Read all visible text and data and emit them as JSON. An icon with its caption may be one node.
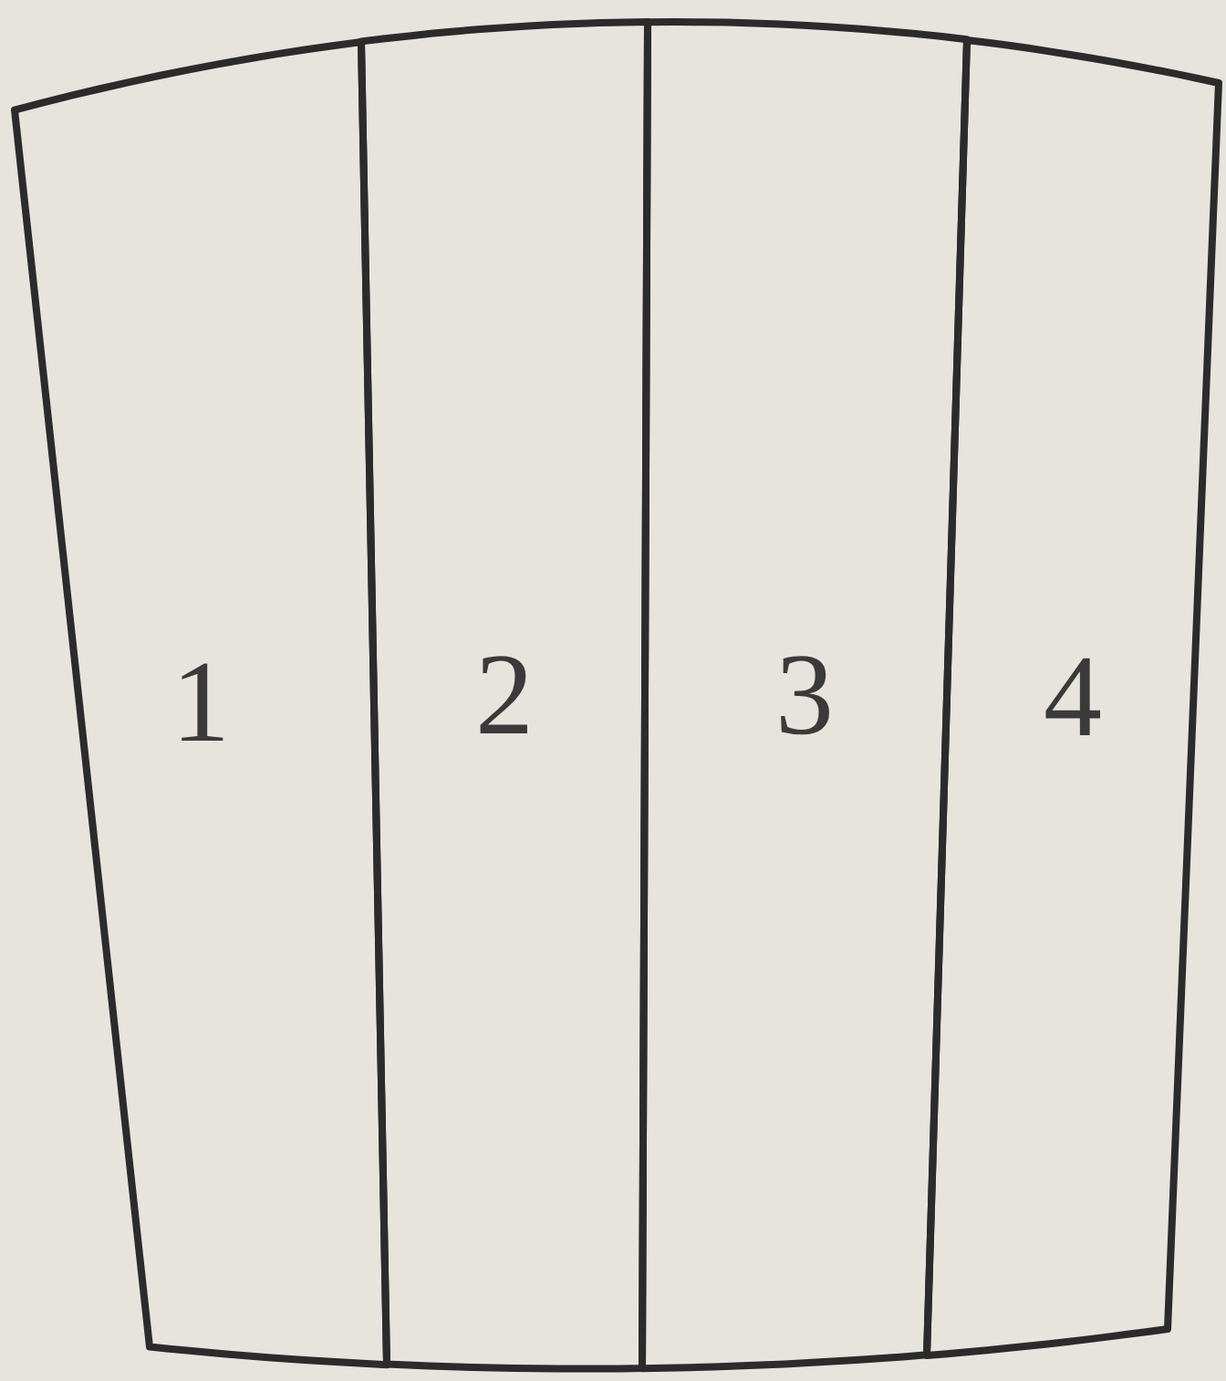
{
  "diagram": {
    "nodes": [
      {
        "text": [
          "1"
        ]
      },
      {
        "text": [
          "2"
        ]
      },
      {
        "text": [
          "3"
        ]
      },
      {
        "text": [
          "4"
        ]
      }
    ]
  }
}
